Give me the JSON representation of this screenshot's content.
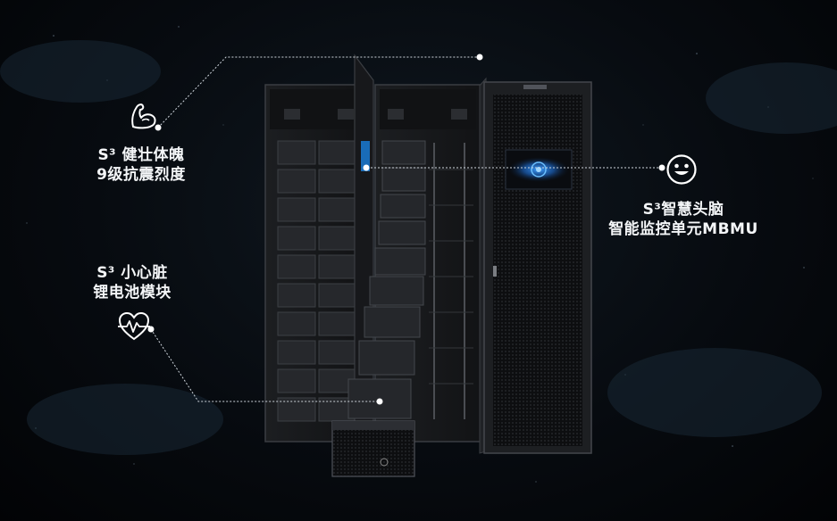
{
  "callouts": {
    "structure": {
      "line1": "S³ 健壮体魄",
      "line2": "9级抗震烈度",
      "icon": "flexed-arm-icon"
    },
    "battery": {
      "line1": "S³ 小心脏",
      "line2": "锂电池模块",
      "icon": "heartbeat-icon"
    },
    "monitor": {
      "line1": "S³智慧头脑",
      "line2": "智能监控单元MBMU",
      "icon": "smiley-face-icon"
    }
  },
  "colors": {
    "background": "#05080c",
    "cabinet": "#1b1d20",
    "screen_glow": "#1e6fd6",
    "text": "#f4f6f8"
  }
}
